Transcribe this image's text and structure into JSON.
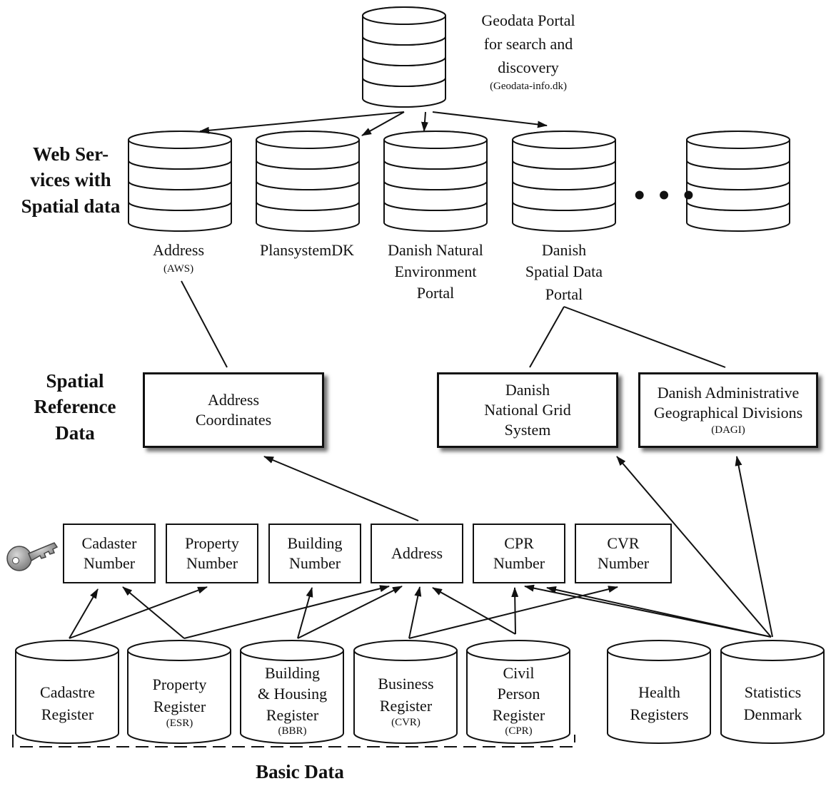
{
  "portal": {
    "title_lines": [
      "Geodata Portal",
      "for search and",
      "discovery"
    ],
    "url": "(Geodata-info.dk)"
  },
  "section_labels": {
    "web_services": [
      "Web Ser-",
      "vices with",
      "Spatial data"
    ],
    "spatial_reference": [
      "Spatial",
      "Reference",
      "Data"
    ],
    "basic_data": "Basic Data"
  },
  "web_services": [
    {
      "name": "Address",
      "sub": "(AWS)"
    },
    {
      "name": "PlansystemDK"
    },
    {
      "name": "Danish Natural Environment Portal",
      "lines": [
        "Danish Natural",
        "Environment",
        "Portal"
      ]
    },
    {
      "name": "Danish Spatial Data Portal",
      "lines": [
        "Danish",
        "Spatial Data",
        "Portal"
      ]
    }
  ],
  "ellipsis": "• • •",
  "spatial_reference": [
    {
      "lines": [
        "Address",
        "Coordinates"
      ]
    },
    {
      "lines": [
        "Danish",
        "National Grid",
        "System"
      ]
    },
    {
      "lines": [
        "Danish Administrative",
        "Geographical Divisions"
      ],
      "sub": "(DAGI)"
    }
  ],
  "keys": [
    {
      "lines": [
        "Cadaster",
        "Number"
      ]
    },
    {
      "lines": [
        "Property",
        "Number"
      ]
    },
    {
      "lines": [
        "Building",
        "Number"
      ]
    },
    {
      "lines": [
        "Address"
      ]
    },
    {
      "lines": [
        "CPR",
        "Number"
      ]
    },
    {
      "lines": [
        "CVR",
        "Number"
      ]
    }
  ],
  "registers": [
    {
      "lines": [
        "Cadastre",
        "Register"
      ]
    },
    {
      "lines": [
        "Property",
        "Register"
      ],
      "sub": "(ESR)"
    },
    {
      "lines": [
        "Building",
        "& Housing",
        "Register"
      ],
      "sub": "(BBR)"
    },
    {
      "lines": [
        "Business",
        "Register"
      ],
      "sub": "(CVR)"
    },
    {
      "lines": [
        "Civil",
        "Person",
        "Register"
      ],
      "sub": "(CPR)"
    },
    {
      "lines": [
        "Health",
        "Registers"
      ]
    },
    {
      "lines": [
        "Statistics",
        "Denmark"
      ]
    }
  ],
  "icons": {
    "key": "key-icon"
  }
}
